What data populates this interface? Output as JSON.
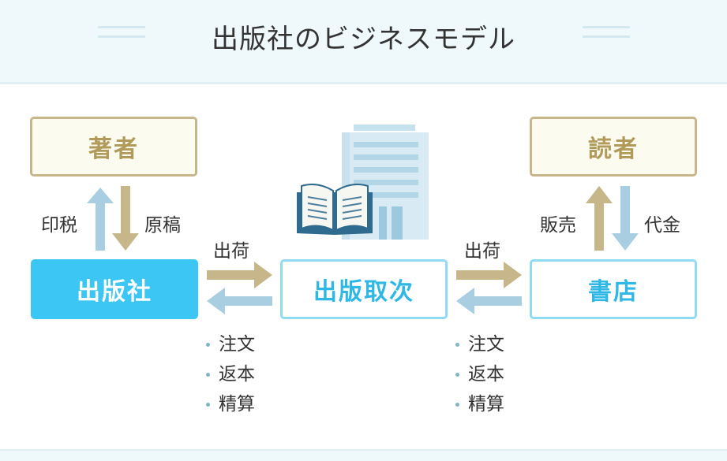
{
  "title": "出版社のビジネスモデル",
  "nodes": {
    "author": "著者",
    "publisher": "出版社",
    "distributor": "出版取次",
    "reader": "読者",
    "bookstore": "書店"
  },
  "labels": {
    "royalty": "印税",
    "manuscript": "原稿",
    "shipping_left": "出荷",
    "shipping_right": "出荷",
    "sales": "販売",
    "payment": "代金"
  },
  "return_flows": {
    "left": [
      "注文",
      "返本",
      "精算"
    ],
    "right": [
      "注文",
      "返本",
      "精算"
    ]
  },
  "icons": [
    "building-icon",
    "open-book-icon"
  ],
  "colors": {
    "gold": "#c6b68a",
    "light_blue": "#a9cde1",
    "cyan": "#3bc6f4",
    "header_bg": "#eff8fb"
  }
}
